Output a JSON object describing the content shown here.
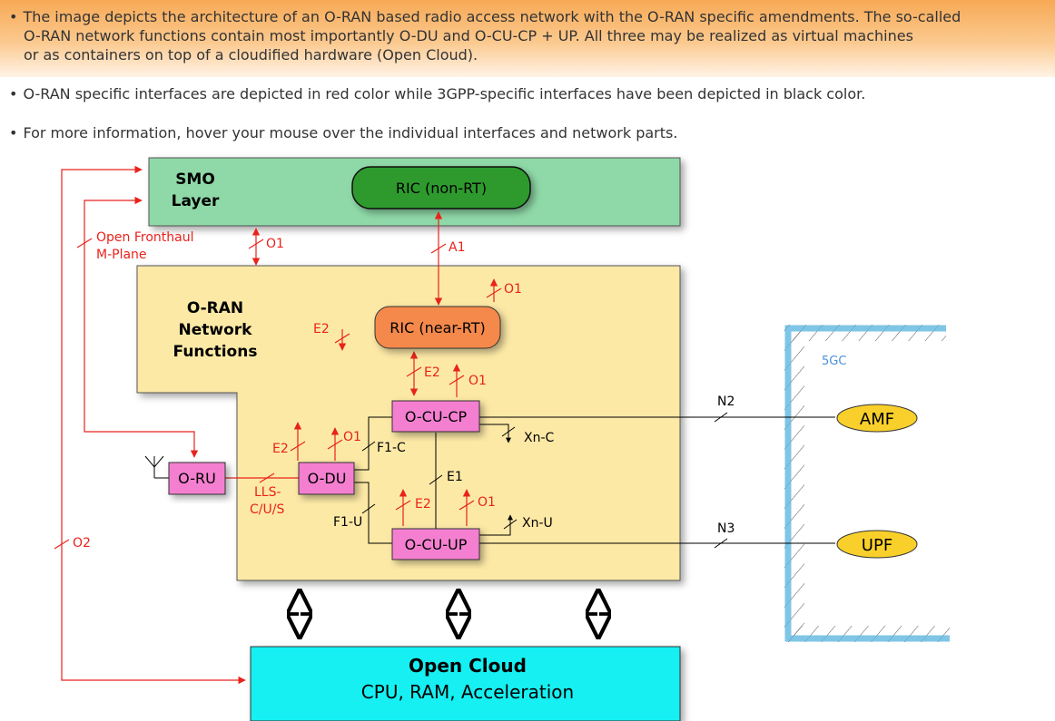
{
  "bullets": {
    "intro_lines": [
      "The image depicts the architecture of an O-RAN based radio access network with the O-RAN specific amendments. The so-called",
      "O-RAN network functions contain most importantly O-DU and O-CU-CP + UP. All three may be realized as virtual machines",
      "or as containers on top of a cloudified hardware (Open Cloud)."
    ],
    "colors": "O-RAN specific interfaces are depicted in red color while 3GPP-specific interfaces have been depicted in black color.",
    "hover": "For more information, hover your mouse over the individual interfaces and network parts."
  },
  "diagram": {
    "smo_layer": [
      "SMO",
      "Layer"
    ],
    "ric_non_rt": "RIC (non-RT)",
    "oran_nf": [
      "O-RAN",
      "Network",
      "Functions"
    ],
    "ric_near_rt": "RIC (near-RT)",
    "o_cu_cp": "O-CU-CP",
    "o_cu_up": "O-CU-UP",
    "o_du": "O-DU",
    "o_ru": "O-RU",
    "core_label": "5GC",
    "amf": "AMF",
    "upf": "UPF",
    "open_cloud_title": "Open Cloud",
    "open_cloud_sub": "CPU, RAM, Acceleration",
    "interfaces": {
      "o1": "O1",
      "a1": "A1",
      "e2": "E2",
      "e1": "E1",
      "f1c": "F1-C",
      "f1u": "F1-U",
      "xnc": "Xn-C",
      "xnu": "Xn-U",
      "n2": "N2",
      "n3": "N3",
      "o2": "O2",
      "open_fronthaul": [
        "Open Fronthaul",
        "M-Plane"
      ],
      "lls": [
        "LLS-",
        "C/U/S"
      ]
    }
  },
  "colors": {
    "oran_interface": "#e8231c",
    "gpp_interface": "#000000",
    "smo_fill": "#8fd9a8",
    "ric_non_rt_fill": "#2e9a2e",
    "nf_fill": "#fde9a6",
    "ric_near_rt_fill": "#f4894c",
    "node_fill": "#f47fd0",
    "cloud_fill": "#14f0f2",
    "core_fill": "#f9d02b",
    "core_border": "#5fb7e0"
  }
}
